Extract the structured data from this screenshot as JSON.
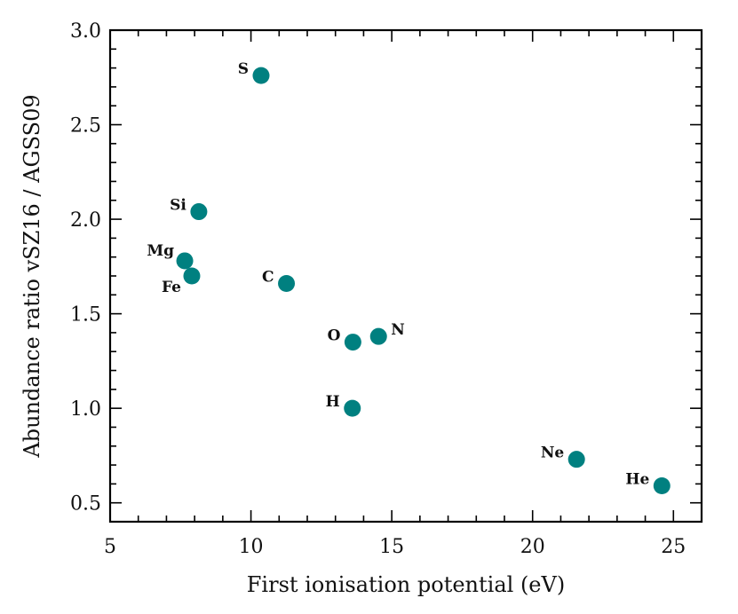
{
  "chart_data": {
    "type": "scatter",
    "title": "",
    "xlabel": "First ionisation potential (eV)",
    "ylabel": "Abundance ratio vSZ16 / AGSS09",
    "xlim": [
      5,
      26
    ],
    "ylim": [
      0.4,
      3.0
    ],
    "xticks": [
      5,
      10,
      15,
      20,
      25
    ],
    "xtick_labels": [
      "5",
      "10",
      "15",
      "20",
      "25"
    ],
    "yticks": [
      0.5,
      1.0,
      1.5,
      2.0,
      2.5,
      3.0
    ],
    "ytick_labels": [
      "0.5",
      "1.0",
      "1.5",
      "2.0",
      "2.5",
      "3.0"
    ],
    "grid": false,
    "legend": null,
    "marker_color": "#008080",
    "points": [
      {
        "label": "S",
        "x": 10.36,
        "y": 2.76,
        "label_pos": "left"
      },
      {
        "label": "Si",
        "x": 8.15,
        "y": 2.04,
        "label_pos": "left"
      },
      {
        "label": "Mg",
        "x": 7.65,
        "y": 1.78,
        "label_pos": "upper-left"
      },
      {
        "label": "Fe",
        "x": 7.9,
        "y": 1.7,
        "label_pos": "lower-left"
      },
      {
        "label": "C",
        "x": 11.26,
        "y": 1.66,
        "label_pos": "left"
      },
      {
        "label": "O",
        "x": 13.62,
        "y": 1.35,
        "label_pos": "left"
      },
      {
        "label": "N",
        "x": 14.53,
        "y": 1.38,
        "label_pos": "upper-right"
      },
      {
        "label": "H",
        "x": 13.6,
        "y": 1.0,
        "label_pos": "left"
      },
      {
        "label": "Ne",
        "x": 21.56,
        "y": 0.73,
        "label_pos": "left"
      },
      {
        "label": "He",
        "x": 24.59,
        "y": 0.59,
        "label_pos": "left"
      }
    ]
  }
}
